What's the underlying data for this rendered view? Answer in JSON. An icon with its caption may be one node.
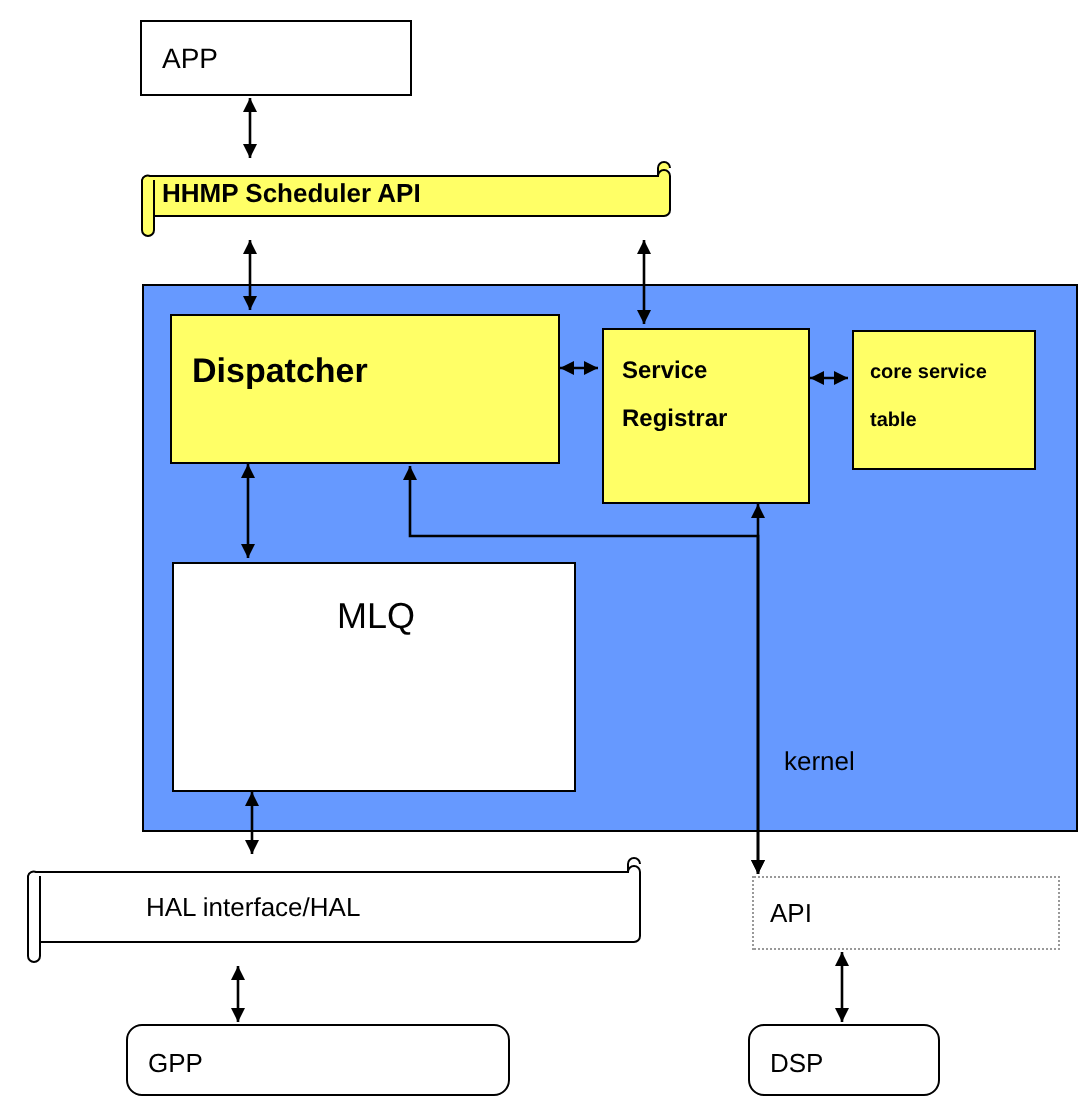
{
  "diagram": {
    "nodes": [
      {
        "text": [
          "APP"
        ]
      },
      {
        "text": [
          "HHMP Scheduler API"
        ]
      },
      {
        "text": [
          "kernel"
        ]
      },
      {
        "text": [
          "Dispatcher"
        ],
        "in": 2
      },
      {
        "text": [
          "Service Registrar"
        ],
        "in": 2
      },
      {
        "text": [
          "core service table"
        ],
        "in": 2
      },
      {
        "text": [
          "MLQ"
        ],
        "in": 2
      },
      {
        "text": [
          "HAL interface/HAL"
        ]
      },
      {
        "text": [
          "API"
        ]
      },
      {
        "text": [
          "GPP"
        ]
      },
      {
        "text": [
          "DSP"
        ]
      }
    ],
    "edges": [
      {
        "from": 0,
        "to": 1,
        "arrow": "both"
      },
      {
        "from": 1,
        "to": 3,
        "arrow": "both"
      },
      {
        "from": 4,
        "to": 1,
        "arrow": "both"
      },
      {
        "from": 3,
        "to": 4,
        "arrow": "both"
      },
      {
        "from": 4,
        "to": 5,
        "arrow": "both"
      },
      {
        "from": 3,
        "to": 6,
        "arrow": "both"
      },
      {
        "from": 3,
        "to": 8,
        "arrow": "both"
      },
      {
        "from": 4,
        "to": 8,
        "arrow": "both"
      },
      {
        "from": 6,
        "to": 7,
        "arrow": "both"
      },
      {
        "from": 7,
        "to": 9,
        "arrow": "both"
      },
      {
        "from": 8,
        "to": 10,
        "arrow": "both"
      }
    ]
  }
}
